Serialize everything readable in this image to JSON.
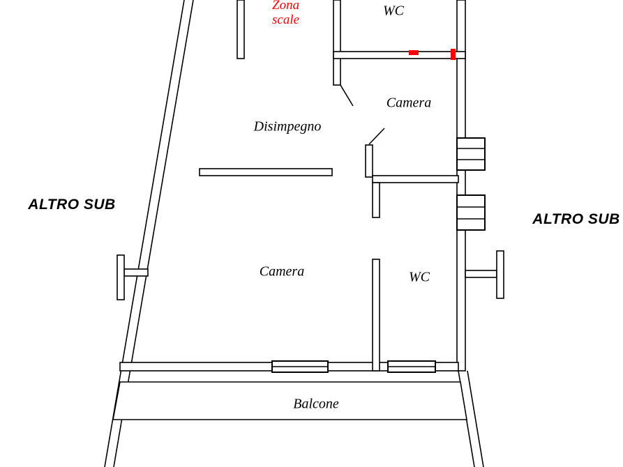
{
  "colors": {
    "wall": "#000000",
    "background": "#ffffff",
    "opening_mark": "#ff0000",
    "stairs_label": "#ff0000",
    "label": "#000000"
  },
  "rooms": {
    "zona_scale": {
      "label_line1": "Zona",
      "label_line2": "scale"
    },
    "wc_top": {
      "label": "WC"
    },
    "camera_top": {
      "label": "Camera"
    },
    "disimpegno": {
      "label": "Disimpegno"
    },
    "camera_bottom": {
      "label": "Camera"
    },
    "wc_bottom": {
      "label": "WC"
    },
    "balcone": {
      "label": "Balcone"
    }
  },
  "annotations": {
    "altro_sub_left": "ALTRO SUB",
    "altro_sub_right": "ALTRO SUB"
  }
}
